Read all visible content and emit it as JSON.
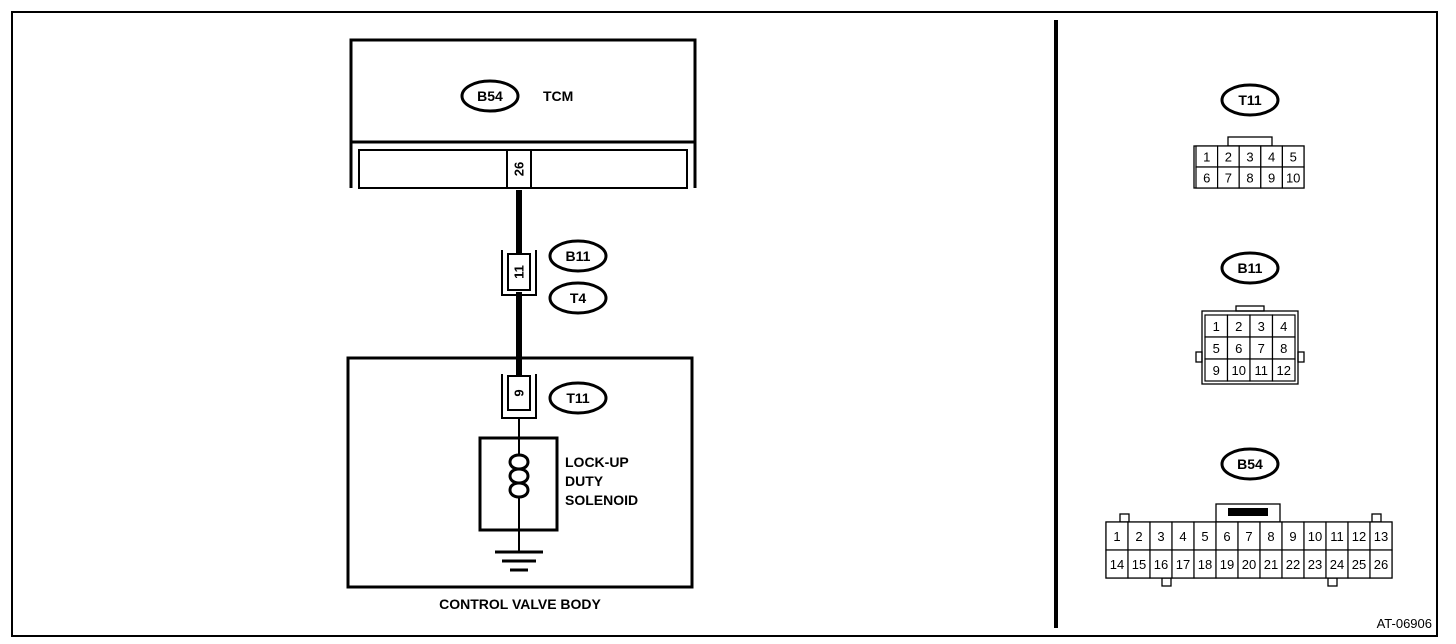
{
  "diagram": {
    "tcm": {
      "connector": "B54",
      "label": "TCM",
      "pin": "26"
    },
    "harness": {
      "pin": "11",
      "connector_upper": "B11",
      "connector_lower": "T4"
    },
    "valve_body": {
      "label": "CONTROL VALVE BODY",
      "connector": "T11",
      "pin": "9",
      "solenoid_label": [
        "LOCK-UP",
        "DUTY",
        "SOLENOID"
      ]
    },
    "figure_code": "AT-06906"
  },
  "connectors": {
    "t11": {
      "name": "T11",
      "rows": [
        [
          "1",
          "2",
          "3",
          "4",
          "5"
        ],
        [
          "6",
          "7",
          "8",
          "9",
          "10"
        ]
      ]
    },
    "b11": {
      "name": "B11",
      "rows": [
        [
          "1",
          "2",
          "3",
          "4"
        ],
        [
          "5",
          "6",
          "7",
          "8"
        ],
        [
          "9",
          "10",
          "11",
          "12"
        ]
      ]
    },
    "b54": {
      "name": "B54",
      "rows": [
        [
          "1",
          "2",
          "3",
          "4",
          "5",
          "6",
          "7",
          "8",
          "9",
          "10",
          "11",
          "12",
          "13"
        ],
        [
          "14",
          "15",
          "16",
          "17",
          "18",
          "19",
          "20",
          "21",
          "22",
          "23",
          "24",
          "25",
          "26"
        ]
      ]
    }
  }
}
